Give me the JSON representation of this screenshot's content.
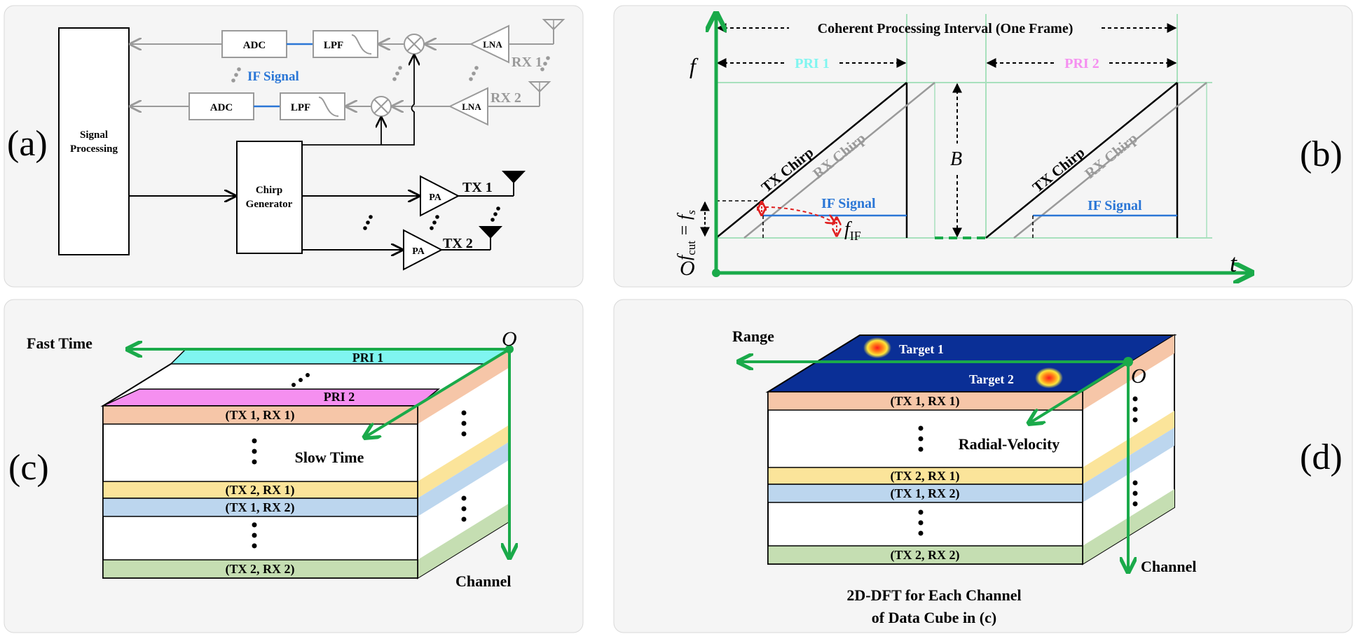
{
  "panels": {
    "a": {
      "tag": "(a)",
      "signal_processing": [
        "Signal",
        "Processing"
      ],
      "chirp_generator": [
        "Chirp",
        "Generator"
      ],
      "adc": "ADC",
      "lpf": "LPF",
      "lna": "LNA",
      "pa": "PA",
      "if_signal": "IF Signal",
      "rx1": "RX 1",
      "rx2": "RX 2",
      "tx1": "TX 1",
      "tx2": "TX 2"
    },
    "b": {
      "tag": "(b)",
      "cpi": "Coherent Processing Interval (One Frame)",
      "pri1": "PRI 1",
      "pri2": "PRI 2",
      "f": "f",
      "t": "t",
      "origin": "O",
      "bandwidth": "B",
      "tx_chirp": "TX Chirp",
      "rx_chirp": "RX Chirp",
      "if_signal": "IF Signal",
      "f_cut_base": "f",
      "f_cut_sub": "cut",
      "f_cut_eq": "= f",
      "f_cut_eq_sub": "s",
      "f_if_base": "f",
      "f_if_sub": "IF"
    },
    "c": {
      "tag": "(c)",
      "fast_time": "Fast Time",
      "slow_time": "Slow Time",
      "channel": "Channel",
      "origin": "O",
      "pri1": "PRI 1",
      "pri2": "PRI 2",
      "ch_tx1_rx1": "(TX 1, RX 1)",
      "ch_tx2_rx1": "(TX 2, RX 1)",
      "ch_tx1_rx2": "(TX 1, RX 2)",
      "ch_tx2_rx2": "(TX 2, RX 2)"
    },
    "d": {
      "tag": "(d)",
      "range": "Range",
      "radial_velocity": "Radial-Velocity",
      "channel": "Channel",
      "origin": "O",
      "target1": "Target 1",
      "target2": "Target 2",
      "ch_tx1_rx1": "(TX 1, RX 1)",
      "ch_tx2_rx1": "(TX 2, RX 1)",
      "ch_tx1_rx2": "(TX 1, RX 2)",
      "ch_tx2_rx2": "(TX 2, RX 2)",
      "caption_line1": "2D-DFT for Each Channel",
      "caption_line2": "of Data Cube in (c)"
    }
  },
  "colors": {
    "green_axis": "#1aaa4a",
    "light_green": "#a8e0bd",
    "cyan_band": "#7ff5f0",
    "magenta_band": "#f58ff0",
    "salmon_band": "#f6c6a8",
    "yellow_band": "#fbe49a",
    "blue_band": "#bcd6ee",
    "green_band": "#c5deb2",
    "navy_top": "#0a2f96",
    "if_blue": "#2a76d6",
    "grey": "#9a9a9a",
    "red": "#e02020",
    "pri1_text": "#7ff5f0",
    "pri2_text": "#f58ff0",
    "panel_bg": "#f5f5f5"
  }
}
